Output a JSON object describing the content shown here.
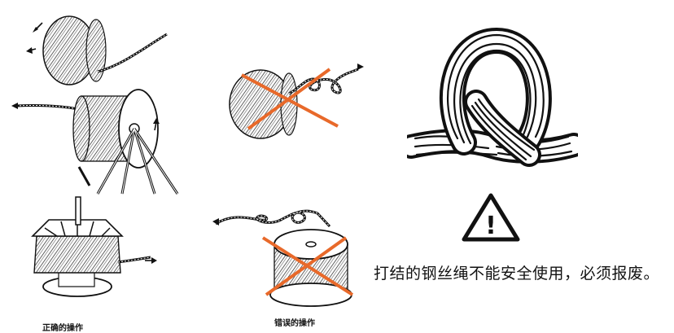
{
  "captions": {
    "correct": "正确的操作",
    "wrong": "错误的操作"
  },
  "warning": {
    "text": "打结的钢丝绳不能安全使用，必须报废。",
    "symbol": "!"
  },
  "icons": {
    "cross_mark": "x-cross-icon",
    "warning_triangle": "warning-triangle-icon",
    "direction_arrow": "arrow-icon"
  },
  "colors": {
    "cross": "#e8692a",
    "ink": "#1a1a1a",
    "background": "#ffffff"
  }
}
